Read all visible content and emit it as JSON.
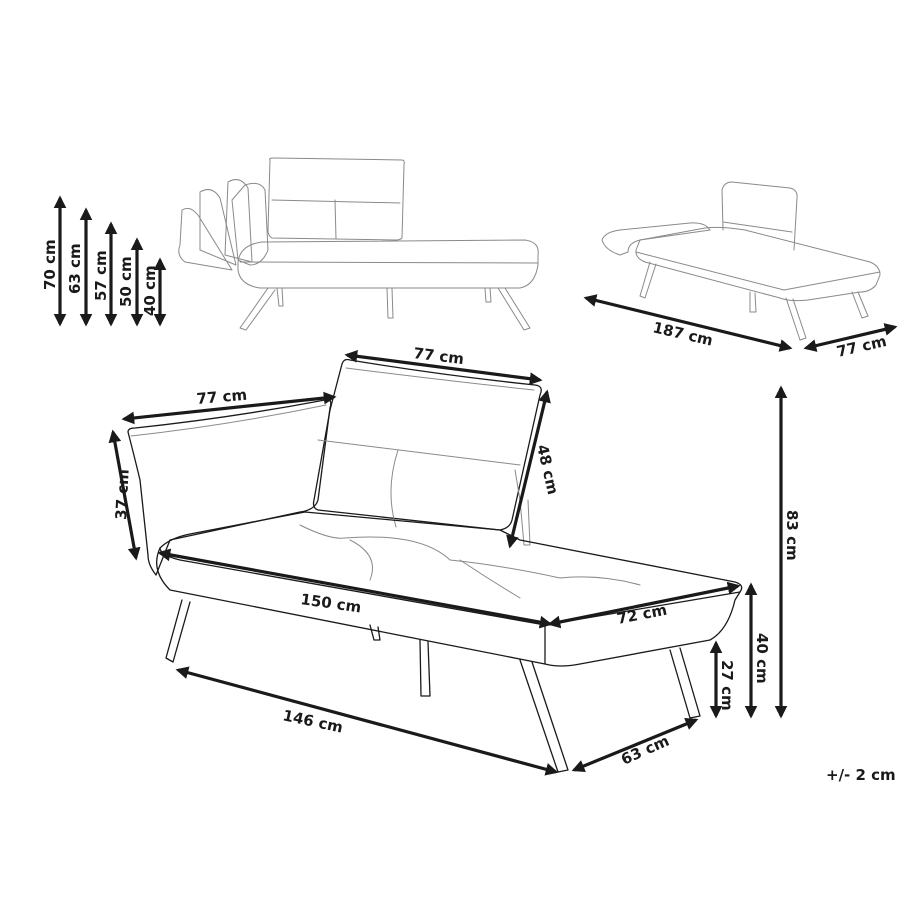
{
  "diagram": {
    "subject": "chaise longue dimension drawing",
    "colors": {
      "line": "#1a1a1a",
      "light_line": "#8a8a8a",
      "background": "#ffffff"
    },
    "side_view": {
      "recline_heights": [
        "70 cm",
        "63 cm",
        "57 cm",
        "50 cm",
        "40 cm"
      ]
    },
    "flat_view": {
      "length": "187 cm",
      "depth": "77 cm"
    },
    "main_view": {
      "backrest_width": "77 cm",
      "armrest_length": "77 cm",
      "armrest_height": "37 cm",
      "backrest_height": "48 cm",
      "seat_length": "150 cm",
      "seat_depth": "72 cm",
      "leg_length_span": "146 cm",
      "leg_depth_span": "63 cm",
      "clearance_height": "27 cm",
      "seat_height": "40 cm",
      "total_height": "83 cm"
    },
    "tolerance": "+/- 2 cm"
  }
}
